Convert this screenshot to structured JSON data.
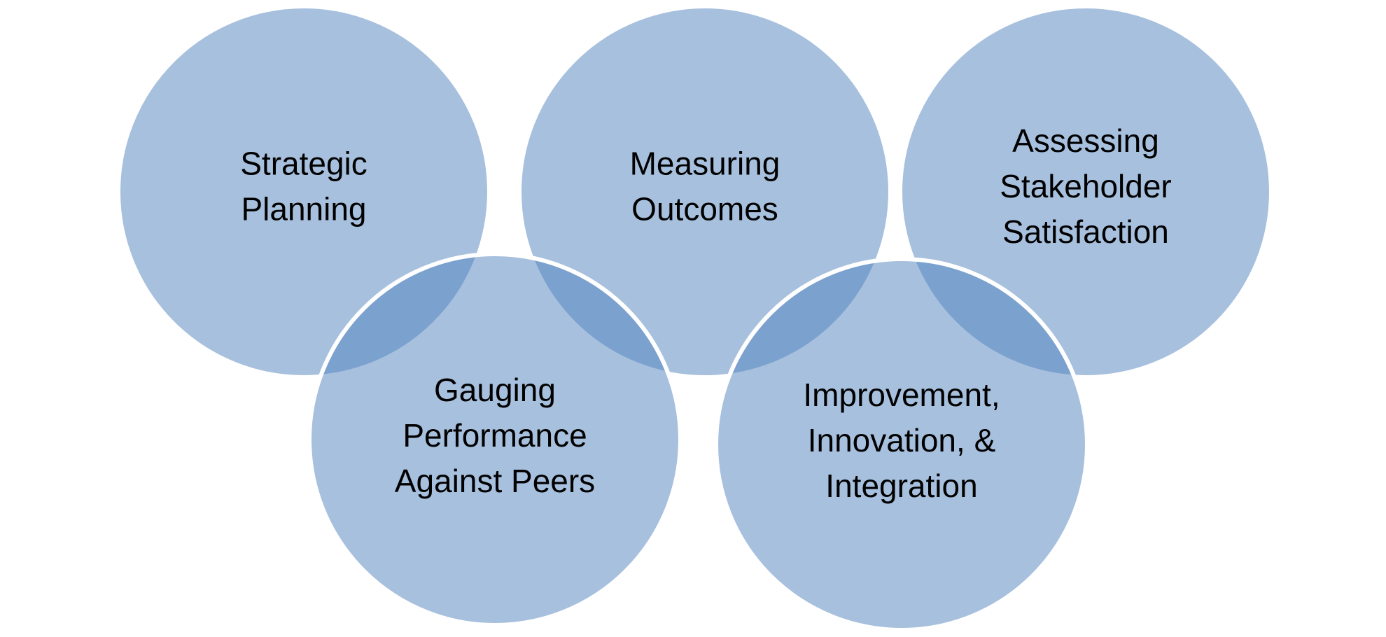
{
  "diagram": {
    "type": "overlapping-circles",
    "colors": {
      "fill": "#4F81BD",
      "fill_opacity": 0.5,
      "rendered_base": "#A7BEDE",
      "rendered_overlap": "#7B9FCD",
      "outline": "#FFFFFF",
      "text": "#000000"
    },
    "nodes": [
      {
        "id": "strategic-planning",
        "lines": [
          "Strategic",
          "Planning"
        ]
      },
      {
        "id": "measuring-outcomes",
        "lines": [
          "Measuring",
          "Outcomes"
        ]
      },
      {
        "id": "assessing-stakeholder-satisfaction",
        "lines": [
          "Assessing",
          "Stakeholder",
          "Satisfaction"
        ]
      },
      {
        "id": "gauging-performance-against-peers",
        "lines": [
          "Gauging",
          "Performance",
          "Against Peers"
        ]
      },
      {
        "id": "improvement-innovation-integration",
        "lines": [
          "Improvement,",
          "Innovation, &",
          "Integration"
        ]
      }
    ]
  }
}
